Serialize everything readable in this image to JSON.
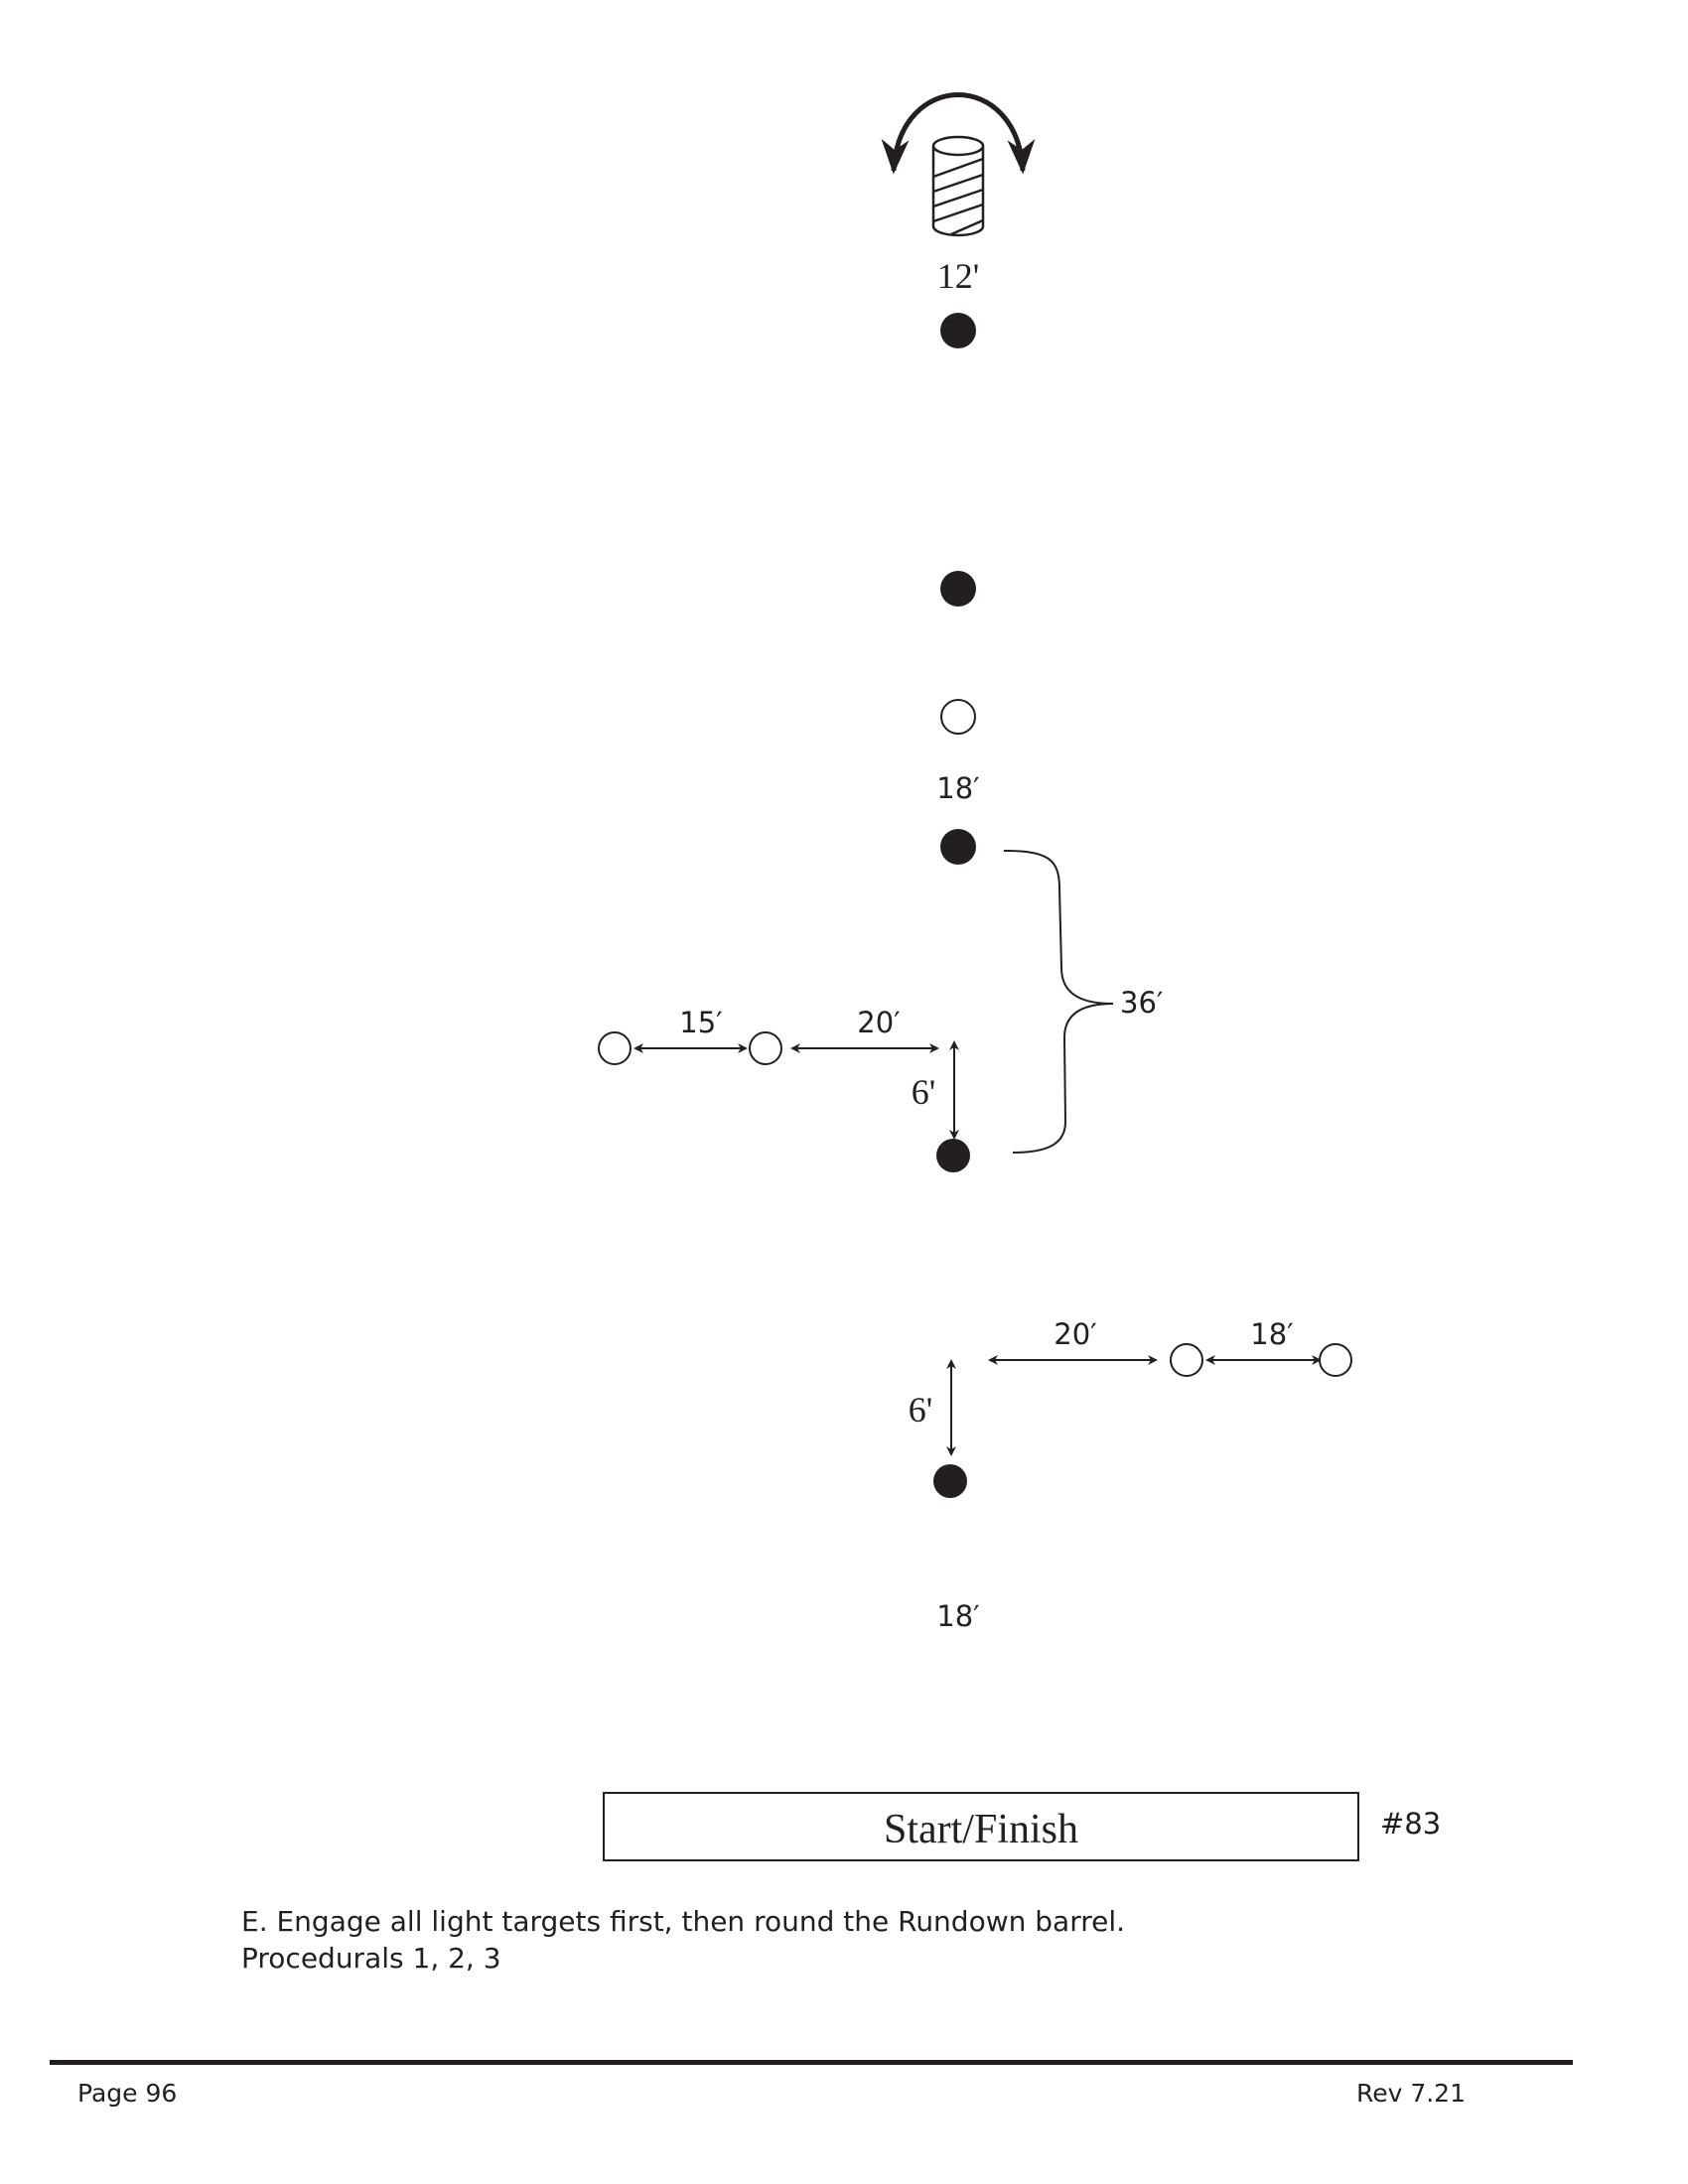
{
  "diagram": {
    "barrel_label": "12'",
    "upper_distance": "18′",
    "bracket_distance": "36′",
    "left_group": {
      "outer_gap": "15′",
      "inner_gap": "20′",
      "offset": "6'"
    },
    "right_group": {
      "inner_gap": "20′",
      "outer_gap": "18′",
      "offset": "6'"
    },
    "lower_distance": "18′",
    "start_finish": "Start/Finish",
    "pattern_number": "#83"
  },
  "instructions": {
    "line1": "E. Engage all light targets first, then round the Rundown barrel.",
    "line2": "Procedurals 1, 2, 3"
  },
  "footer": {
    "page": "Page 96",
    "revision": "Rev 7.21"
  }
}
